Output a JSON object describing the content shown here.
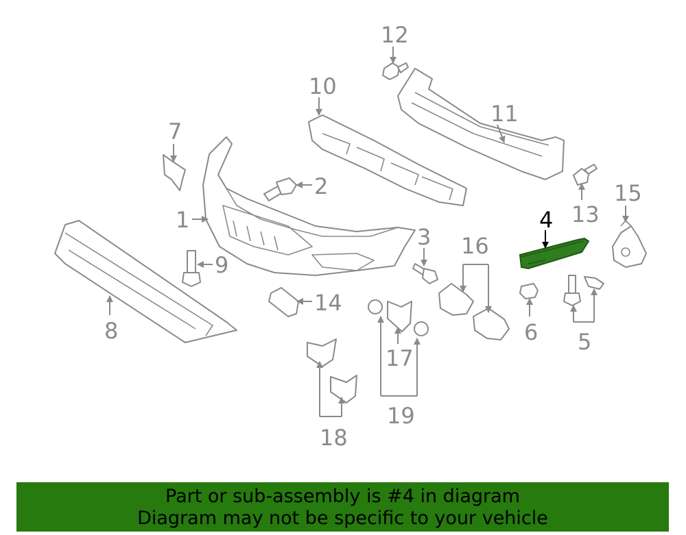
{
  "callouts": {
    "c1": "1",
    "c2": "2",
    "c3": "3",
    "c4": "4",
    "c5": "5",
    "c6": "6",
    "c7": "7",
    "c8": "8",
    "c9": "9",
    "c10": "10",
    "c11": "11",
    "c12": "12",
    "c13": "13",
    "c14": "14",
    "c15": "15",
    "c16": "16",
    "c17": "17",
    "c18": "18",
    "c19": "19"
  },
  "highlighted_part": "4",
  "colors": {
    "highlight": "#2f7d1f",
    "banner": "#267a0e",
    "line": "#8a8a8a"
  },
  "banner": {
    "line1": "Part or sub-assembly is #4 in diagram",
    "line2": "Diagram may not be specific to your vehicle"
  }
}
